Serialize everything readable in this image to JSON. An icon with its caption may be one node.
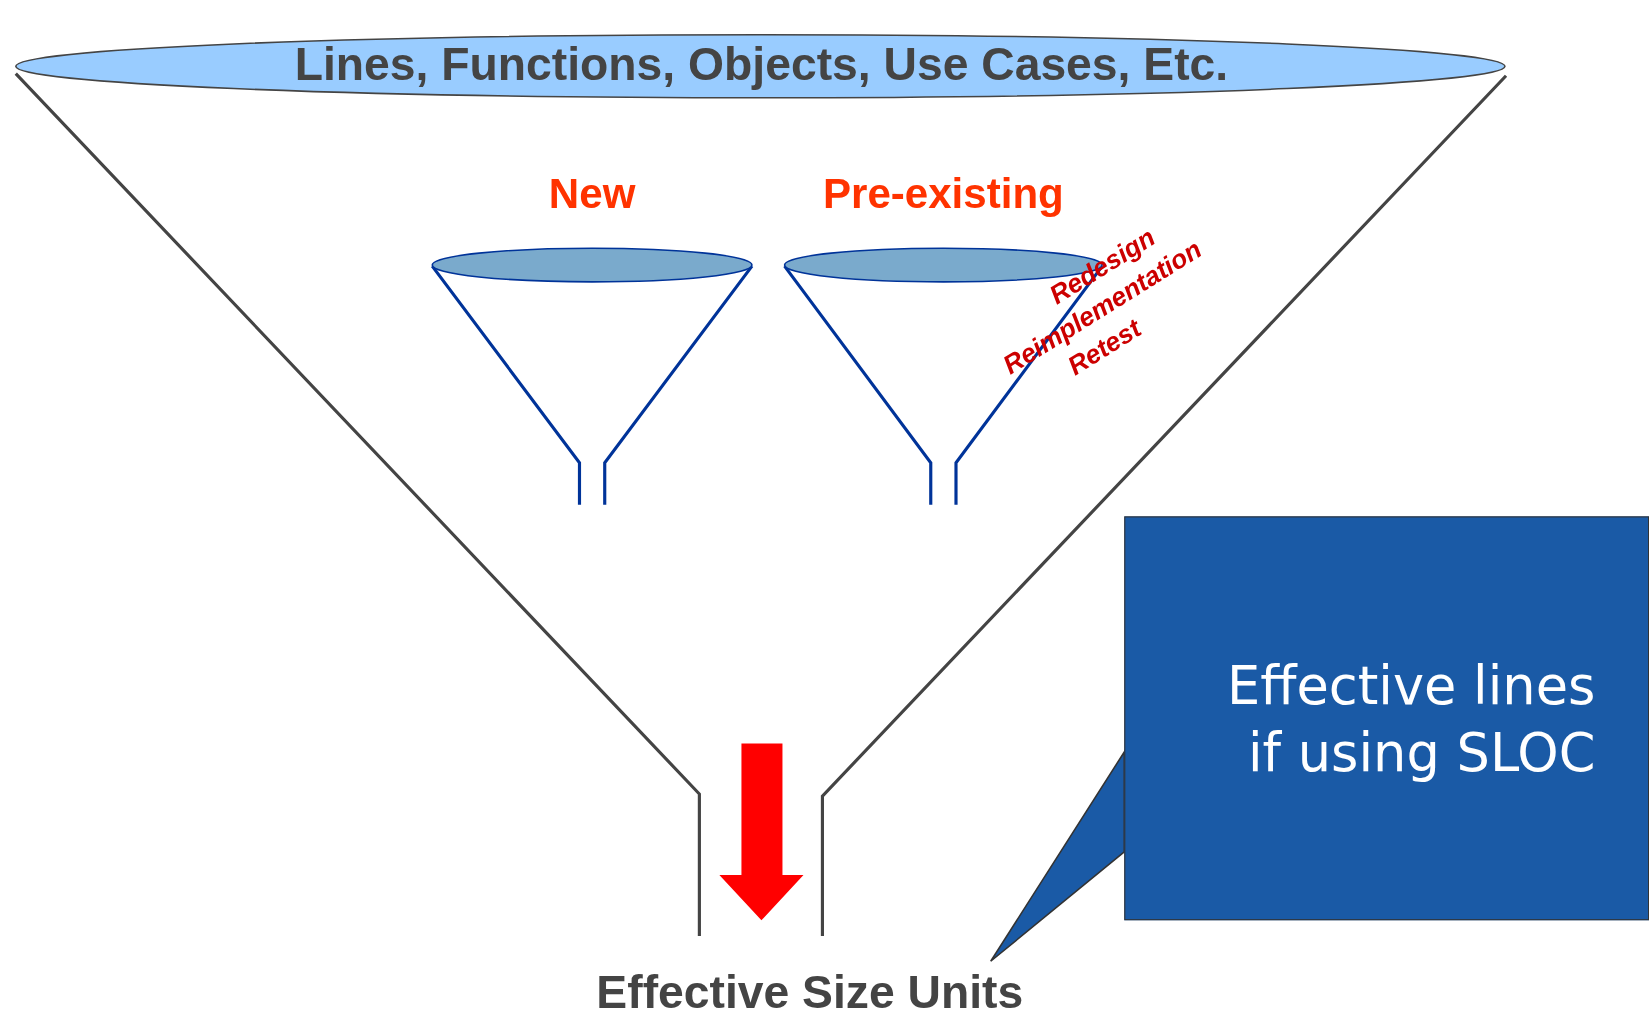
{
  "diagram": {
    "nodes": [
      {
        "text": [
          "Lines, Functions, Objects, Use Cases, Etc."
        ]
      },
      {
        "text": [
          "New"
        ],
        "in": 0
      },
      {
        "text": [
          "Pre-existing"
        ],
        "in": 0,
        "beside": [
          "Redesign",
          "Reimplementation",
          "Retest"
        ]
      },
      {
        "text": [
          "Effective Size Units"
        ]
      },
      {
        "text": [
          "Effective lines if using SLOC"
        ]
      }
    ],
    "edges": [
      {
        "from": 4,
        "to": 3,
        "arrow": "none"
      }
    ]
  }
}
